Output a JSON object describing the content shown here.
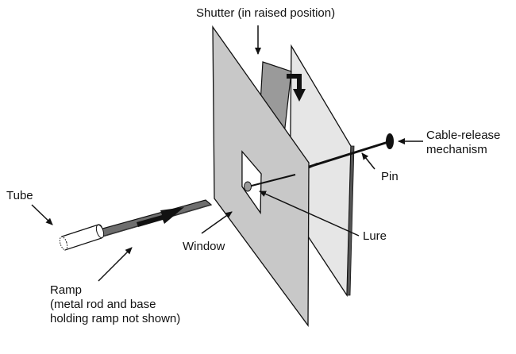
{
  "labels": {
    "shutter": "Shutter (in raised position)",
    "cable_release_1": "Cable-release",
    "cable_release_2": "mechanism",
    "pin": "Pin",
    "tube": "Tube",
    "window": "Window",
    "lure": "Lure",
    "ramp_1": "Ramp",
    "ramp_2": "(metal rod and base",
    "ramp_3": "holding ramp not shown)"
  },
  "colors": {
    "front_panel": "#c8c8c8",
    "back_panel": "#e6e6e6",
    "shutter": "#9a9a9a",
    "ramp": "#6e6e6e",
    "outline": "#111111"
  }
}
